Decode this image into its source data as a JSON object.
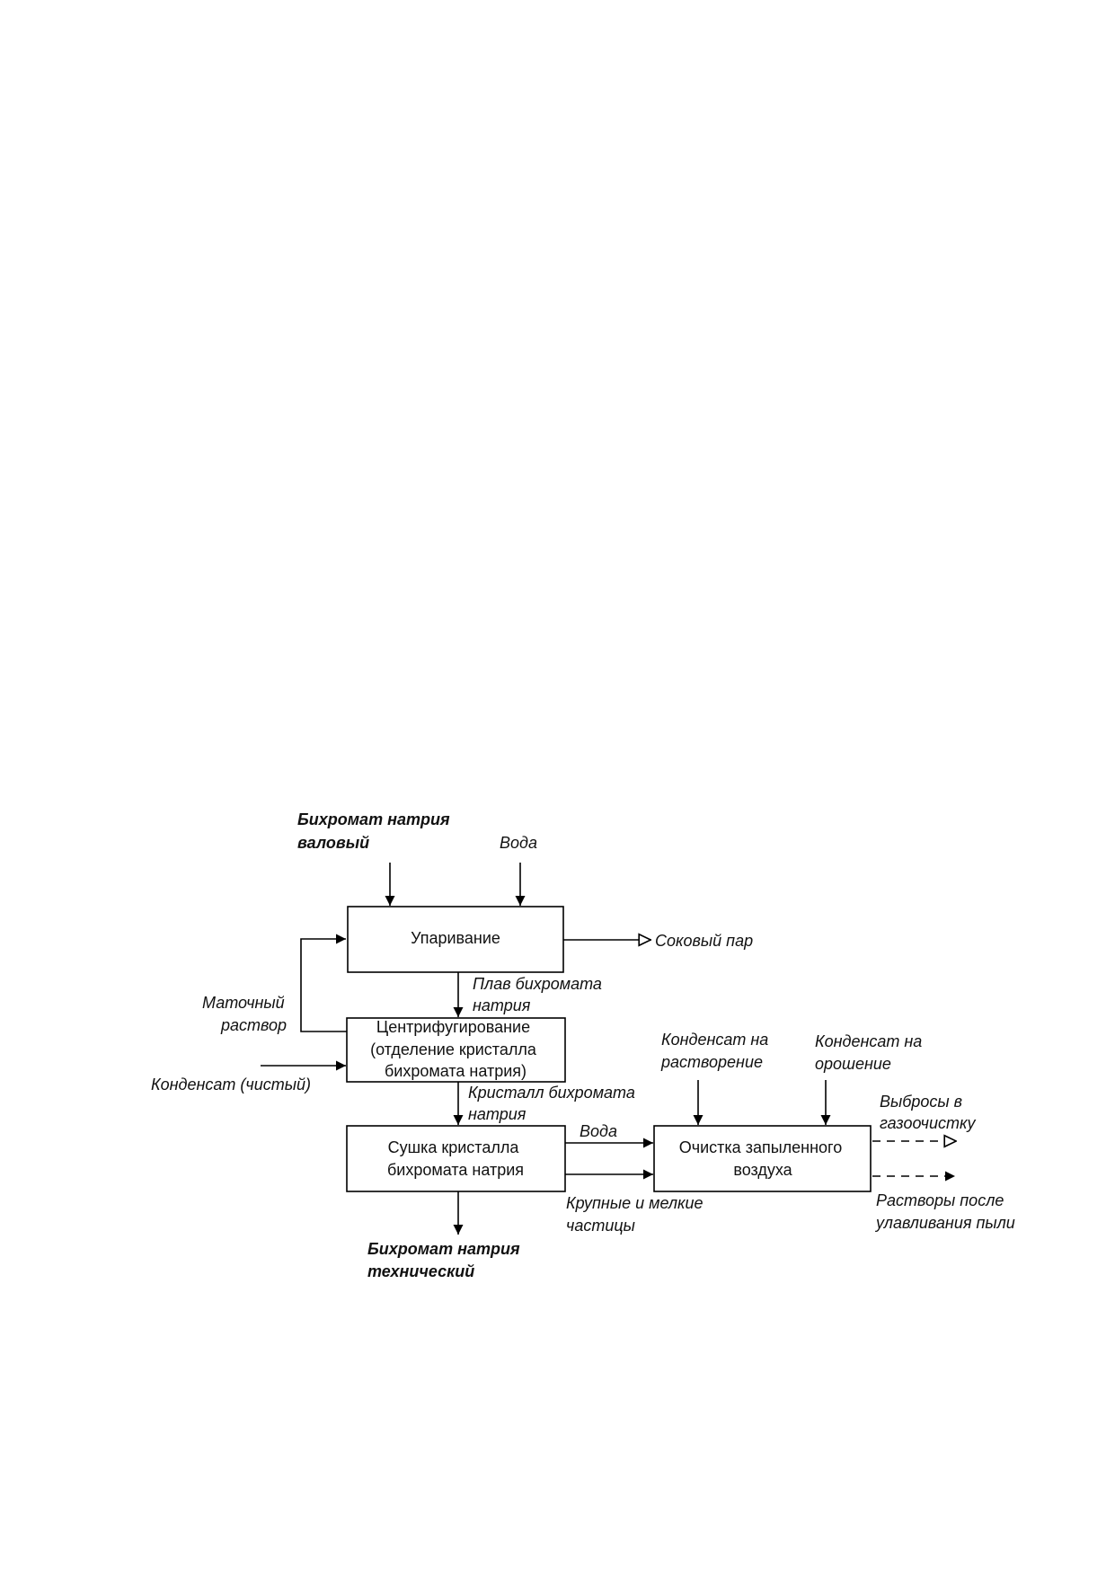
{
  "boxes": {
    "evaporation": [
      "Упаривание"
    ],
    "centrifuge": [
      "Центрифугирование",
      "(отделение кристалла",
      "бихромата натрия)"
    ],
    "drying": [
      "Сушка  кристалла",
      "бихромата натрия"
    ],
    "cleaning": [
      "Очистка запыленного",
      "воздуха"
    ]
  },
  "labels": {
    "input_raw": [
      "Бихромат натрия",
      "валовый"
    ],
    "water_top": "Вода",
    "juice_steam": "Соковый пар",
    "melt": [
      "Плав бихромата",
      "натрия"
    ],
    "mother_liquor": [
      "Маточный",
      "раствор"
    ],
    "condensate_clean": "Конденсат (чистый)",
    "crystal": [
      "Кристалл бихромата",
      "натрия"
    ],
    "condensate_dissolve": [
      "Конденсат на",
      "растворение"
    ],
    "condensate_irrigation": [
      "Конденсат на",
      "орошение"
    ],
    "water_mid": "Вода",
    "particles": [
      "Крупные и мелкие",
      "частицы"
    ],
    "emissions": [
      "Выбросы в",
      "газоочистку"
    ],
    "solutions": [
      "Растворы после",
      "улавливания пыли"
    ],
    "output_tech": [
      "Бихромат натрия",
      "технический"
    ]
  }
}
